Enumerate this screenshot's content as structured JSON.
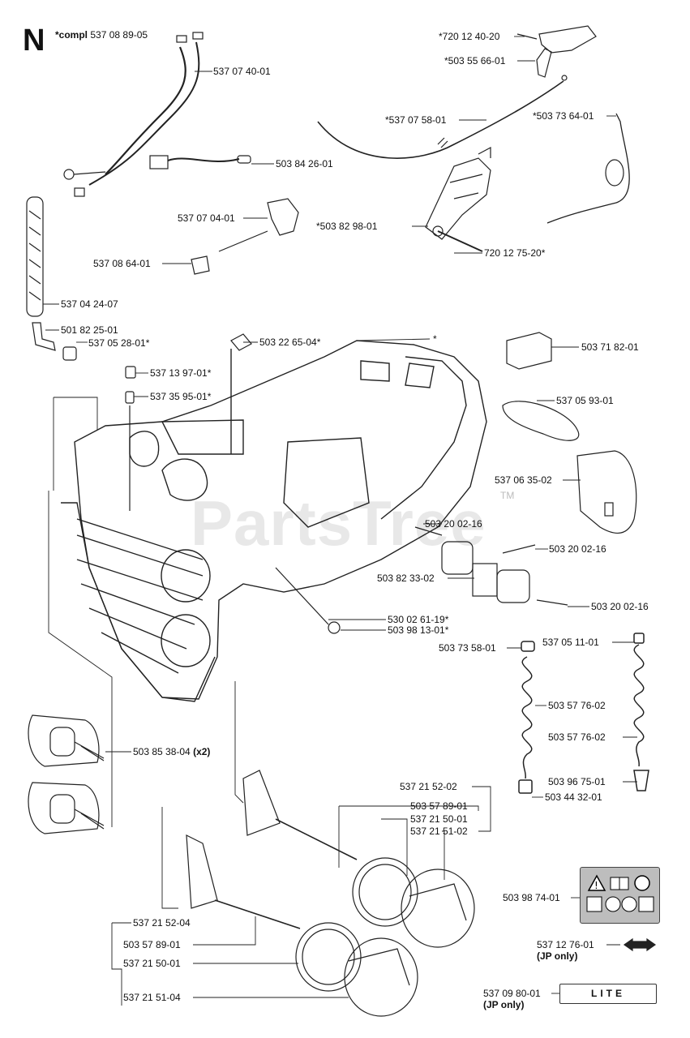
{
  "section_letter": "N",
  "compl_label": {
    "prefix": "*compl",
    "part": "537 08 89-05"
  },
  "watermark": "PartsTree",
  "trademark": "TM",
  "plate_text": "LITE",
  "parts": {
    "p01": "537 07 40-01",
    "p02": "503 84 26-01",
    "p03": "537 07 04-01",
    "p04": "537 08 64-01",
    "p05": "537 04 24-07",
    "p06": "501 82 25-01",
    "p07": "537 05 28-01*",
    "p08": "537 13 97-01*",
    "p09": "537 35 95-01*",
    "p10": "503 22 65-04*",
    "p11": "*",
    "p12": "*720 12 40-20",
    "p13": "*503 55 66-01",
    "p14": "*537 07 58-01",
    "p15": "*503 73 64-01",
    "p16": "*503 82 98-01",
    "p17": "720 12 75-20*",
    "p18": "503 71 82-01",
    "p19": "537 05 93-01",
    "p20": "537 06 35-02",
    "p21": "503 20 02-16",
    "p22": "503 20 02-16",
    "p23": "503 82 33-02",
    "p24": "503 20 02-16",
    "p25": "530 02 61-19*",
    "p26": "503 98 13-01*",
    "p27": "503 73 58-01",
    "p28": "537 05 11-01",
    "p29": "503 57 76-02",
    "p30": "503 57 76-02",
    "p31": "503 85 38-04",
    "p31_qty": "(x2)",
    "p32": "503 96 75-01",
    "p33": "503 44 32-01",
    "p34": "537 21 52-02",
    "p35": "503 57 89-01",
    "p36": "537 21 50-01",
    "p37": "537 21 51-02",
    "p38": "503 98 74-01",
    "p39": "537 21 52-04",
    "p40": "503 57 89-01",
    "p41": "537 21 50-01",
    "p42": "537 21 51-04",
    "p43": "537 12 76-01",
    "p43_note": "(JP only)",
    "p44": "537 09 80-01",
    "p44_note": "(JP only)"
  }
}
